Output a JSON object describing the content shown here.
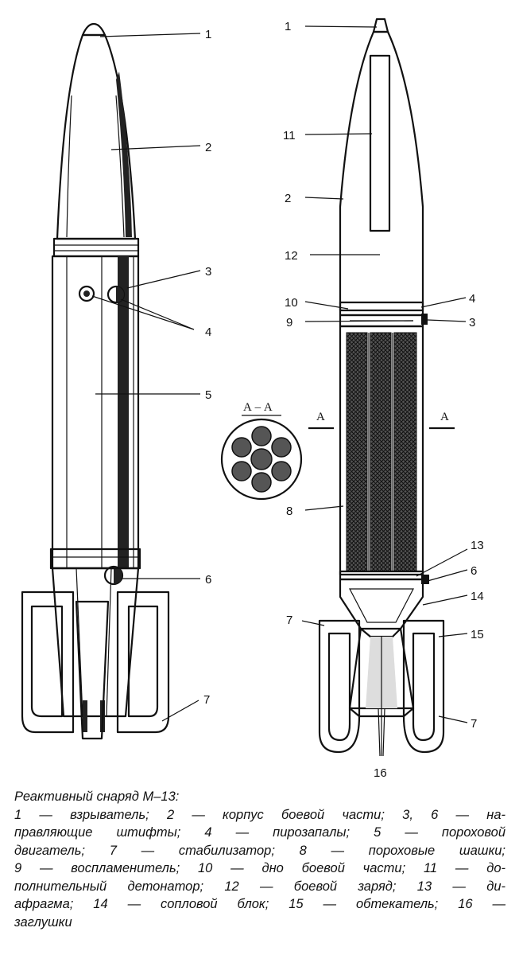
{
  "left_labels": [
    "1",
    "2",
    "3",
    "4",
    "5",
    "6",
    "7"
  ],
  "right_labels": [
    "1",
    "11",
    "2",
    "12",
    "10",
    "4",
    "9",
    "3",
    "8",
    "13",
    "6",
    "14",
    "7",
    "15",
    "7",
    "16"
  ],
  "section": {
    "title": "А – А",
    "left": "А",
    "right": "А"
  },
  "caption": {
    "title": "Реактивный снаряд М–13:",
    "lines": [
      "1 — взрыватель; 2 — корпус боевой части; 3, 6 — на-",
      "правляющие штифты; 4 — пирозапалы; 5 — пороховой",
      "двигатель; 7 — стабилизатор; 8 — пороховые шашки;",
      "9 — воспламенитель; 10 — дно боевой части; 11 — до-",
      "полнительный детонатор; 12 — боевой заряд; 13 — ди-",
      "афрагма; 14 — сопловой блок; 15 — обтекатель; 16 —",
      "заглушки"
    ]
  }
}
